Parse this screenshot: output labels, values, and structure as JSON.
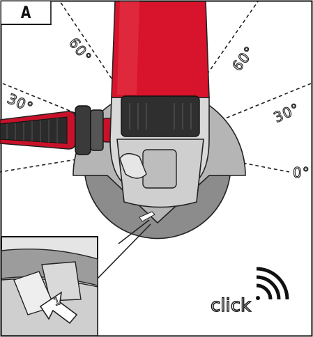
{
  "panel": {
    "letter": "A"
  },
  "angles": {
    "left_60": "60°",
    "left_30": "30°",
    "right_60": "60°",
    "right_30": "30°",
    "right_0": "0°"
  },
  "inset": {
    "step_number": "1"
  },
  "sound": {
    "word": "click"
  },
  "colors": {
    "housing_red": "#d7142b",
    "guard_gray": "#b3b3b3",
    "disc_gray": "#8c8c8c",
    "handle_dark": "#2b2b2b"
  }
}
